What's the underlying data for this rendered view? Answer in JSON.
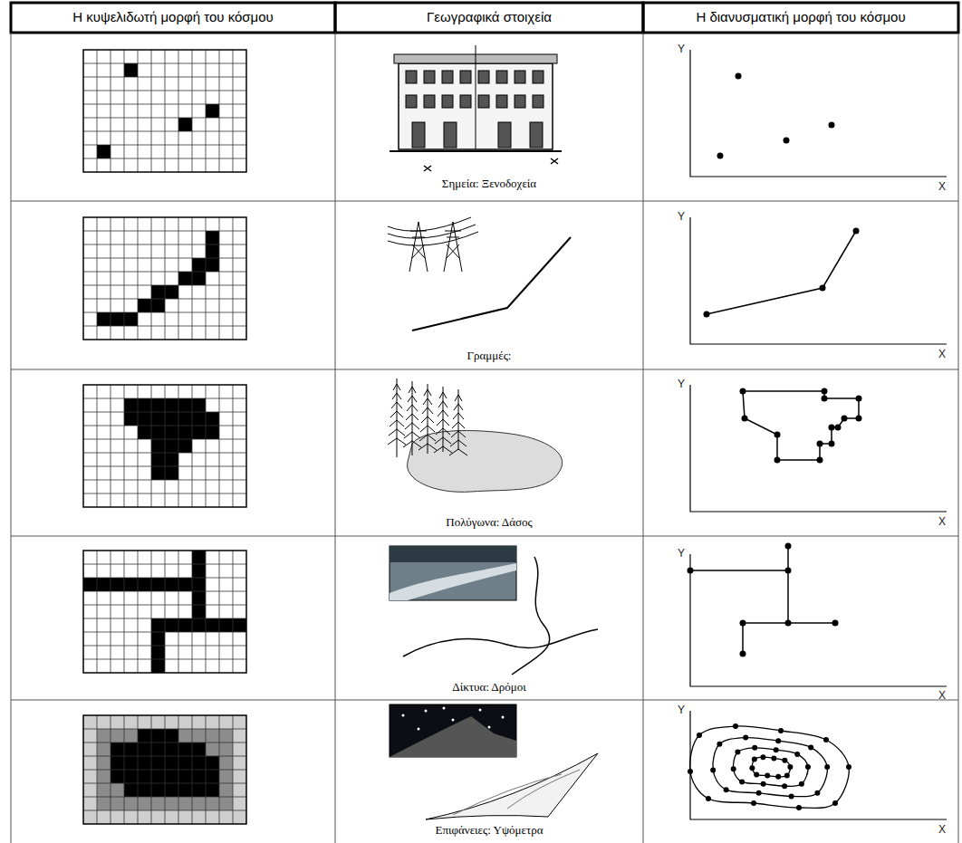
{
  "diagram": {
    "labels": [
      "Η κυψελιδωτή μορφή του κόσμου",
      "Γεωγραφικά στοιχεία",
      "Η διανυσματική μορφή του κόσμου",
      "Σημεία: Ξενοδοχεία",
      "Y",
      "X",
      "Γραμμές:",
      "Y",
      "X",
      "Πολύγωνα: Δάσος",
      "Y",
      "X",
      "Δίκτυα: Δρόμοι",
      "Y",
      "X",
      "Επιφάνειες: Υψόμετρα",
      "Y",
      "X"
    ]
  }
}
